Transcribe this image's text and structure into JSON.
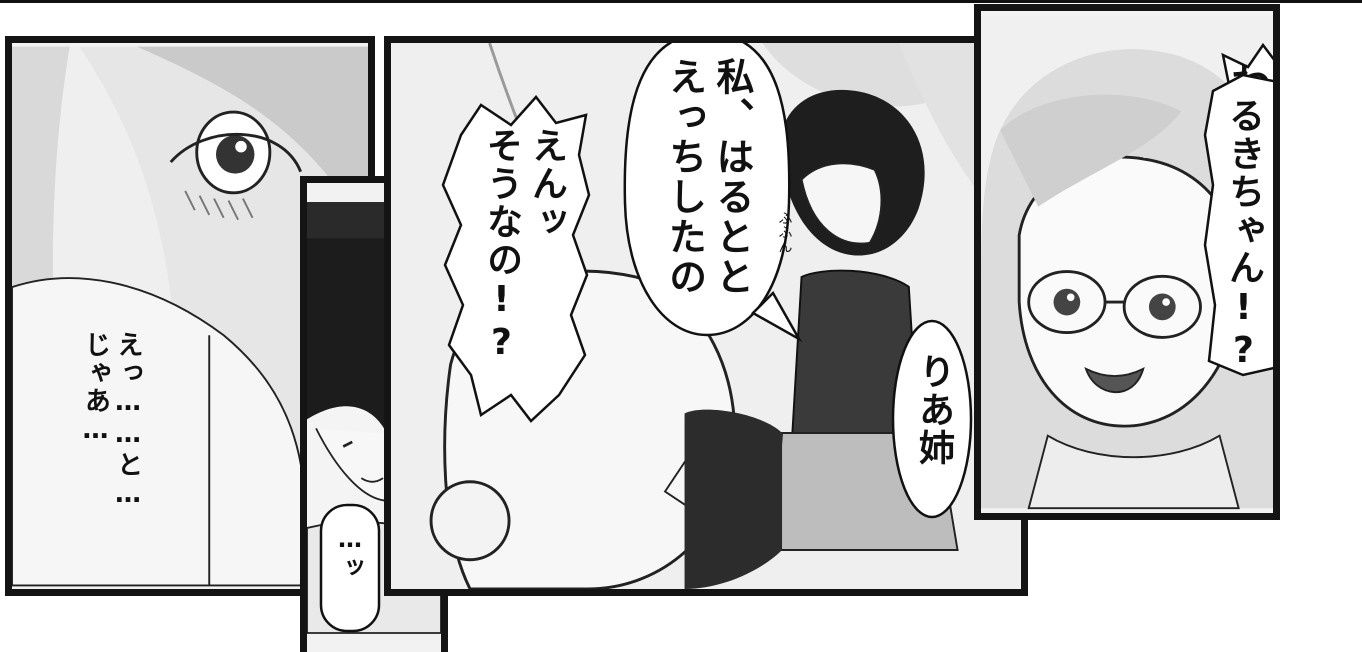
{
  "panels": [
    {
      "id": "panel-1",
      "speech": {
        "lines": [
          "えっ……と…",
          "じゃあ…"
        ]
      }
    },
    {
      "id": "panel-2",
      "speech": {
        "lines": [
          "…ッ"
        ]
      }
    },
    {
      "id": "panel-3",
      "speech_main": {
        "lines": [
          "私、はるとと",
          "えっちしたの"
        ]
      },
      "speech_reaction": {
        "lines": [
          "えんッ",
          "そうなの!?"
        ]
      },
      "speech_name": {
        "lines": [
          "りあ姉"
        ]
      },
      "sound_effect": "ふふん"
    },
    {
      "id": "panel-4",
      "shout": "わっ",
      "speech": {
        "lines": [
          "るきちゃん!?"
        ]
      }
    }
  ],
  "colors": {
    "ink": "#111111",
    "paper": "#ffffff",
    "screentone": "#cfcfcf",
    "dark_hair": "#1c1c1c"
  }
}
